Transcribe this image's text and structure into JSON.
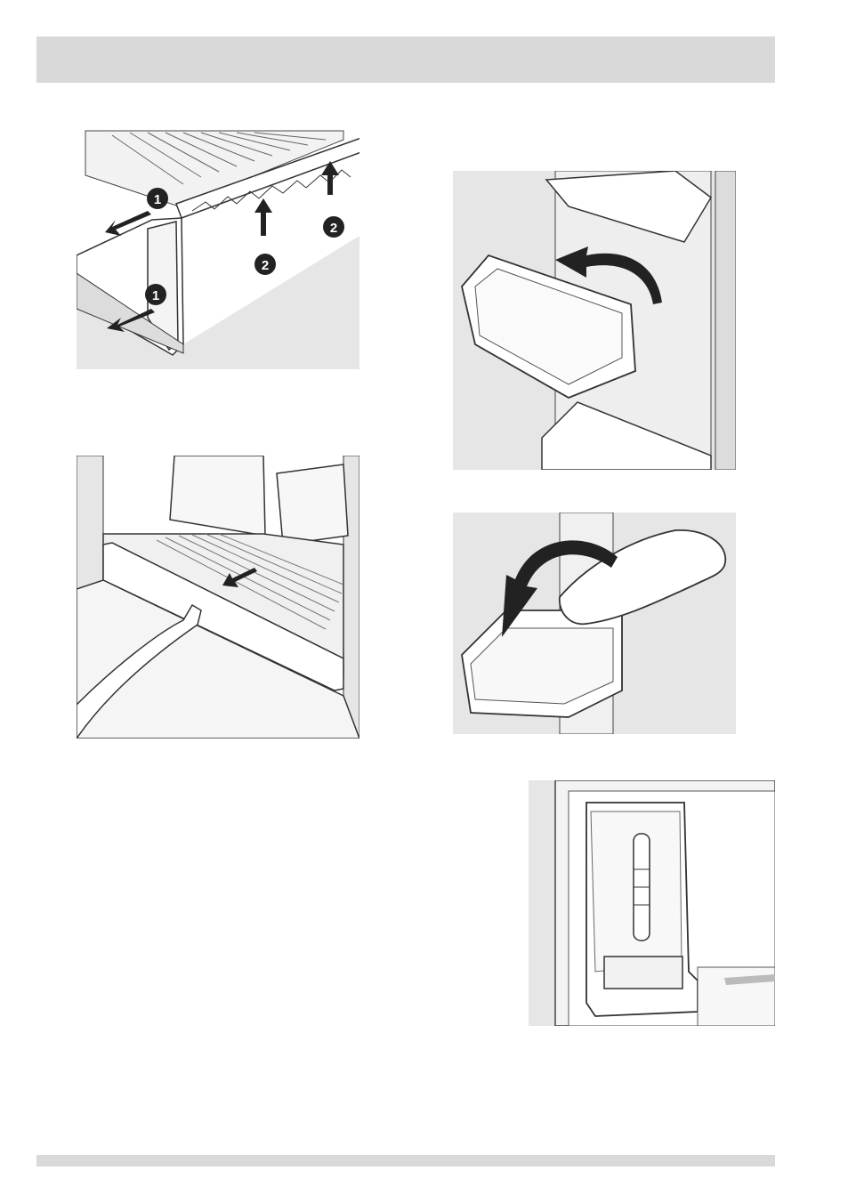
{
  "page": {
    "header_bar_color": "#d9d9d9",
    "footer_bar_color": "#d9d9d9",
    "figure_background": "#e6e6e6"
  },
  "figures": [
    {
      "name": "crisper-drawer-removal-illustration",
      "callouts": [
        "1",
        "2",
        "2",
        "1"
      ],
      "icons": [
        "pull-arrow-icon",
        "lift-arrow-icon"
      ]
    },
    {
      "name": "drawer-pull-out-illustration",
      "icons": [
        "pull-arrow-icon"
      ]
    },
    {
      "name": "door-bin-removal-illustration",
      "icons": [
        "curved-arrow-icon"
      ]
    },
    {
      "name": "bin-lid-illustration",
      "icons": [
        "curved-arrow-icon"
      ]
    },
    {
      "name": "ice-bucket-illustration",
      "icons": []
    }
  ]
}
